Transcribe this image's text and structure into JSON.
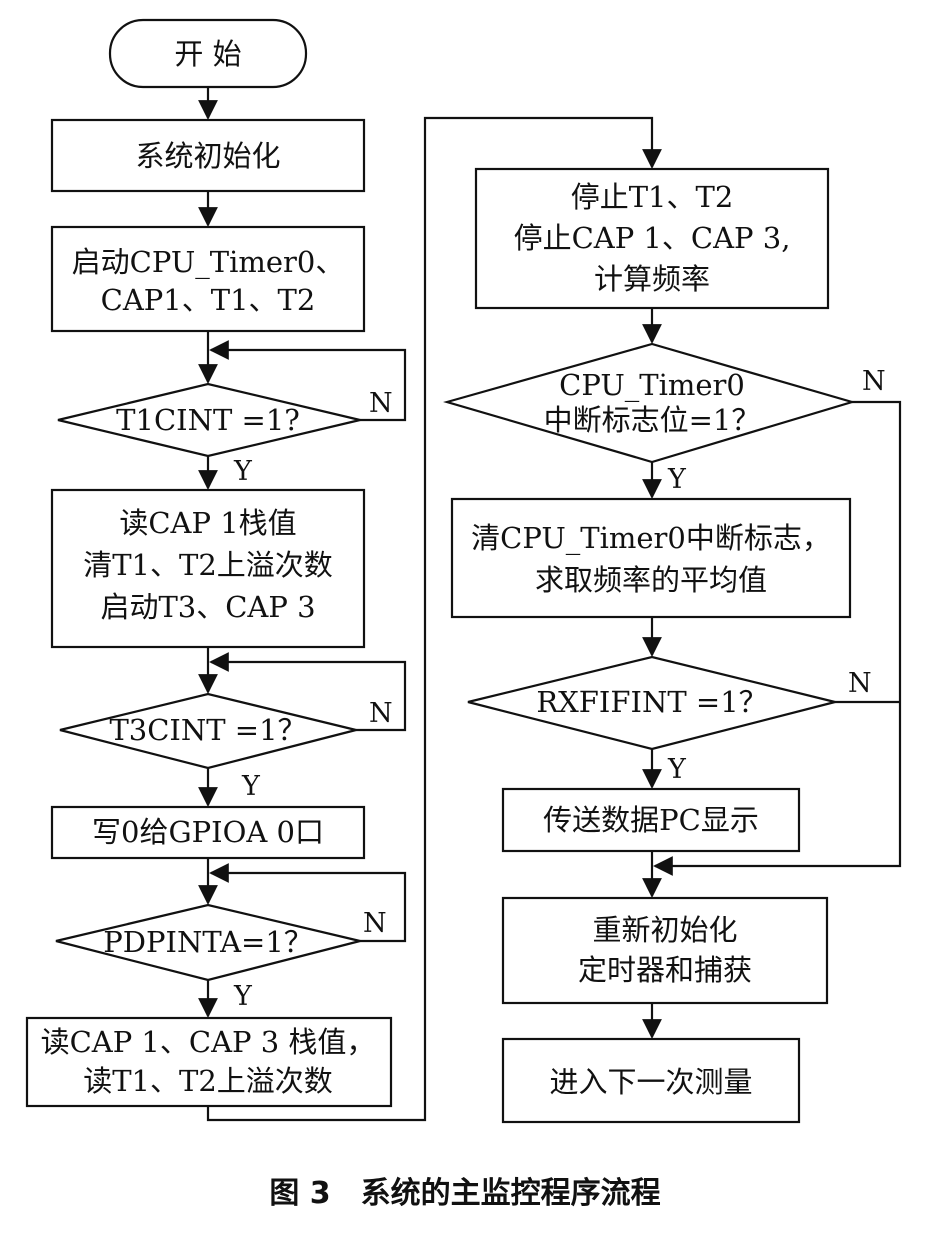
{
  "nodes": {
    "start": "开  始",
    "init": "系统初始化",
    "boot1": "启动CPU_Timer0、",
    "boot2": "CAP1、T1、T2",
    "t1cint": "T1CINT =1?",
    "rd1a": "读CAP 1栈值",
    "rd1b": "清T1、T2上溢次数",
    "rd1c": "启动T3、CAP 3",
    "t3cint": "T3CINT =1？",
    "gpio": "写0给GPIOA 0口",
    "pdpinta": "PDPINTA=1？",
    "rd2a": "读CAP 1、CAP 3 栈值，",
    "rd2b": "读T1、T2上溢次数",
    "stop1": "停止T1、T2",
    "stop2": "停止CAP 1、CAP 3,",
    "stop3": "计算频率",
    "cpu1": "CPU_Timer0",
    "cpu2": "中断标志位=1？",
    "clr1": "清CPU_Timer0中断标志，",
    "clr2": "求取频率的平均值",
    "rxfifint": "RXFIFINT =1？",
    "send": "传送数据PC显示",
    "reinit1": "重新初始化",
    "reinit2": "定时器和捕获",
    "next": "进入下一次测量"
  },
  "labels": {
    "yes": "Y",
    "no": "N"
  },
  "caption": "图 3　系统的主监控程序流程"
}
